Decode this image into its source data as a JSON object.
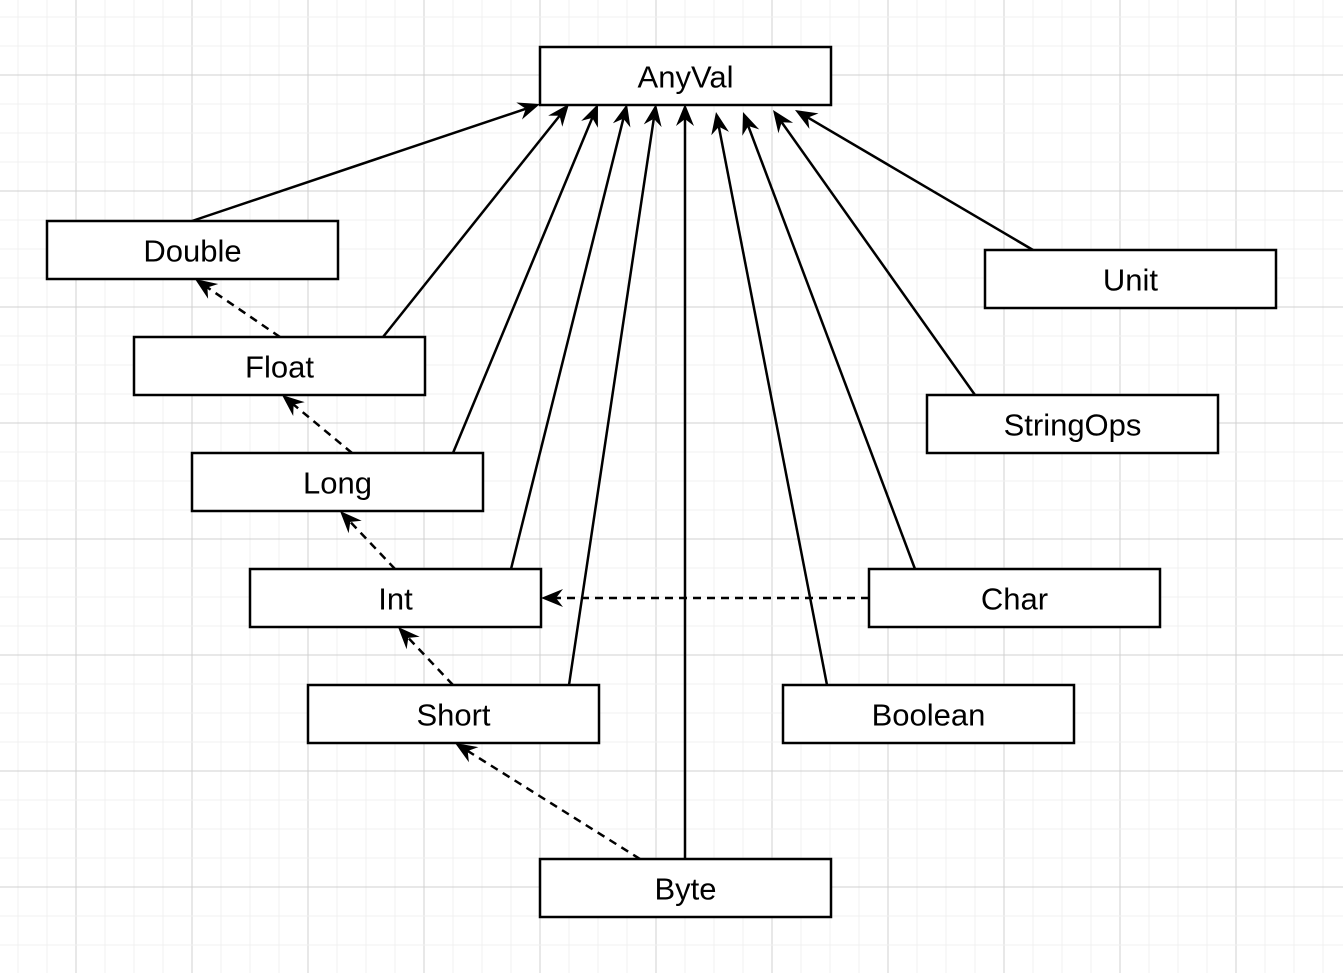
{
  "diagram": {
    "title": "Scala AnyVal type hierarchy",
    "colors": {
      "background": "#ffffff",
      "stroke": "#000000",
      "grid_minor": "#f1f1f1",
      "grid_major": "#d0d0d0"
    },
    "nodes": [
      {
        "id": "anyval",
        "label": "AnyVal"
      },
      {
        "id": "double",
        "label": "Double"
      },
      {
        "id": "float",
        "label": "Float"
      },
      {
        "id": "long",
        "label": "Long"
      },
      {
        "id": "int",
        "label": "Int"
      },
      {
        "id": "short",
        "label": "Short"
      },
      {
        "id": "byte",
        "label": "Byte"
      },
      {
        "id": "unit",
        "label": "Unit"
      },
      {
        "id": "stringops",
        "label": "StringOps"
      },
      {
        "id": "char",
        "label": "Char"
      },
      {
        "id": "boolean",
        "label": "Boolean"
      }
    ],
    "edges": [
      {
        "from": "double",
        "to": "anyval",
        "style": "solid",
        "kind": "subtype"
      },
      {
        "from": "float",
        "to": "anyval",
        "style": "solid",
        "kind": "subtype"
      },
      {
        "from": "long",
        "to": "anyval",
        "style": "solid",
        "kind": "subtype"
      },
      {
        "from": "int",
        "to": "anyval",
        "style": "solid",
        "kind": "subtype"
      },
      {
        "from": "short",
        "to": "anyval",
        "style": "solid",
        "kind": "subtype"
      },
      {
        "from": "byte",
        "to": "anyval",
        "style": "solid",
        "kind": "subtype"
      },
      {
        "from": "boolean",
        "to": "anyval",
        "style": "solid",
        "kind": "subtype"
      },
      {
        "from": "char",
        "to": "anyval",
        "style": "solid",
        "kind": "subtype"
      },
      {
        "from": "stringops",
        "to": "anyval",
        "style": "solid",
        "kind": "subtype"
      },
      {
        "from": "unit",
        "to": "anyval",
        "style": "solid",
        "kind": "subtype"
      },
      {
        "from": "float",
        "to": "double",
        "style": "dashed",
        "kind": "implicit-conversion"
      },
      {
        "from": "long",
        "to": "float",
        "style": "dashed",
        "kind": "implicit-conversion"
      },
      {
        "from": "int",
        "to": "long",
        "style": "dashed",
        "kind": "implicit-conversion"
      },
      {
        "from": "short",
        "to": "int",
        "style": "dashed",
        "kind": "implicit-conversion"
      },
      {
        "from": "byte",
        "to": "short",
        "style": "dashed",
        "kind": "implicit-conversion"
      },
      {
        "from": "char",
        "to": "int",
        "style": "dashed",
        "kind": "implicit-conversion"
      }
    ]
  }
}
